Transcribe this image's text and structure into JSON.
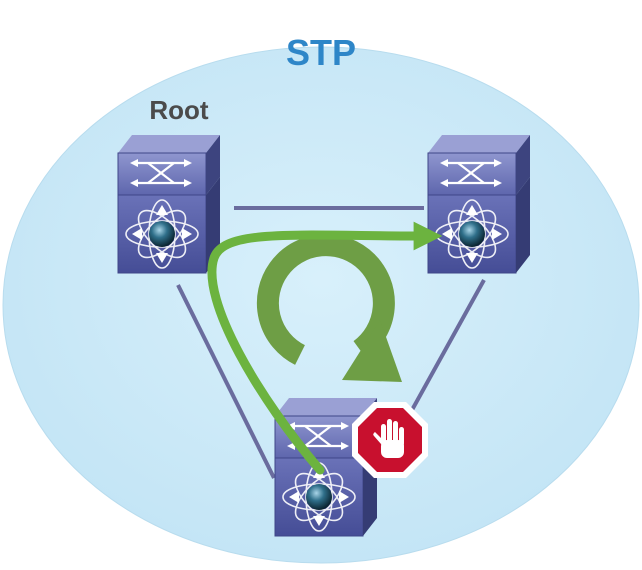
{
  "diagram": {
    "title": "STP",
    "root_label": "Root",
    "colors": {
      "background": "#cdeaf8",
      "link": "#6a6c9e",
      "switch_face": "#565ea8",
      "path_arrow": "#6cb33f",
      "loop_arrow": "#6e9e45",
      "stop_sign": "#c8102e"
    },
    "nodes": [
      {
        "id": "root-switch",
        "role": "root"
      },
      {
        "id": "right-switch",
        "role": "designated"
      },
      {
        "id": "bottom-switch",
        "role": "blocked"
      }
    ],
    "icons": [
      "switch-icon",
      "loop-arrow-icon",
      "stop-sign-icon",
      "path-arrow-icon"
    ]
  }
}
